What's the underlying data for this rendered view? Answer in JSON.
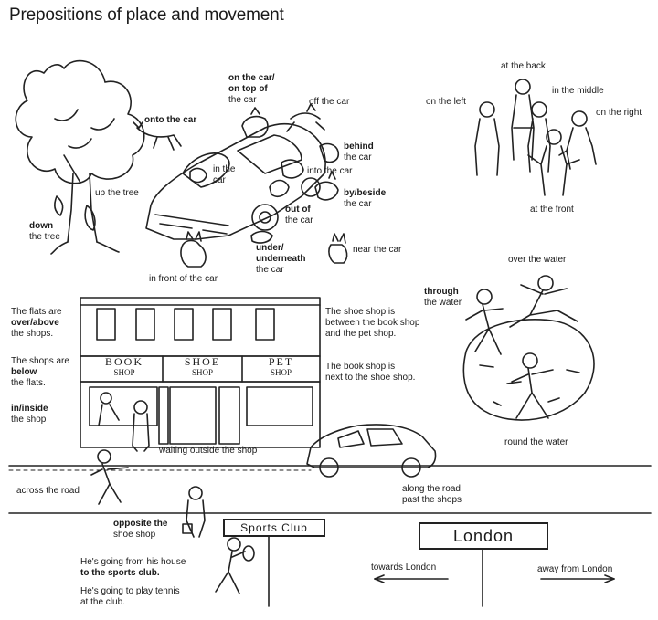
{
  "title": "Prepositions of place and movement",
  "car_scene": {
    "onto": "onto the car",
    "on_top_1": "on the car/",
    "on_top_2": "on top of",
    "on_top_3": "the car",
    "off": "off the car",
    "behind_1": "behind",
    "behind_2": "the car",
    "into": "into the car",
    "in_1": "in the",
    "in_2": "car",
    "by_1": "by/beside",
    "by_2": "the car",
    "up": "up the tree",
    "down_1": "down",
    "down_2": "the tree",
    "out_1": "out of",
    "out_2": "the car",
    "under_1": "under/",
    "under_2": "underneath",
    "under_3": "the car",
    "near": "near the car",
    "front": "in front of the car"
  },
  "people_group": {
    "back": "at the back",
    "middle": "in the middle",
    "left": "on the left",
    "right": "on the right",
    "front": "at the front"
  },
  "water_scene": {
    "over": "over the water",
    "through_1": "through",
    "through_2": "the water",
    "round": "round the water"
  },
  "building": {
    "flats_1": "The flats are",
    "flats_2": "over/above",
    "flats_3": "the shops.",
    "shops_1": "The shops are",
    "shops_2": "below",
    "shops_3": "the flats.",
    "inside_1": "in/inside",
    "inside_2": "the shop",
    "between_1": "The shoe shop is",
    "between_2": "between the book shop",
    "between_3": "and the pet shop.",
    "next_1": "The book shop is",
    "next_2": "next to the shoe shop.",
    "book_1": "BOOK",
    "book_2": "SHOP",
    "shoe_1": "SHOE",
    "shoe_2": "SHOP",
    "pet_1": "PET",
    "pet_2": "SHOP",
    "waiting": "waiting outside the shop"
  },
  "road": {
    "across": "across the road",
    "along_1": "along the road",
    "along_2": "past the shops",
    "opposite_1": "opposite the",
    "opposite_2": "shoe shop",
    "from_1": "He's going from his house",
    "from_2": "to the sports club.",
    "at_1": "He's going to play tennis",
    "at_2": "at the club.",
    "sports_sign": "Sports Club",
    "london_sign": "London",
    "towards": "towards London",
    "away": "away from London"
  }
}
